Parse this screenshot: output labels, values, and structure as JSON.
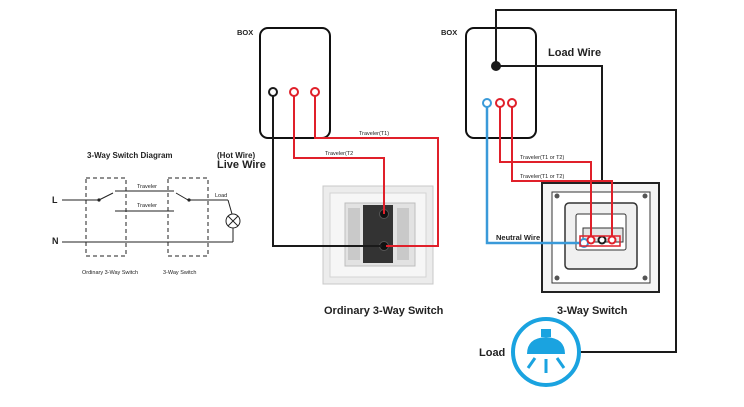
{
  "diagram": {
    "left": {
      "title": "3-Way Switch Diagram",
      "line_label": "L",
      "neutral_label": "N",
      "traveler_top": "Traveler",
      "traveler_bottom": "Traveler",
      "load_label": "Load",
      "switch1_caption": "Ordinary 3-Way Switch",
      "switch2_caption": "3-Way Switch"
    },
    "middle": {
      "box_label": "BOX",
      "hot_wire_label": "(Hot Wire)",
      "live_wire_label": "Live  Wire",
      "traveler_t1": "Traveler(T1)",
      "traveler_t2": "Traveler(T2",
      "caption": "Ordinary 3-Way Switch"
    },
    "right": {
      "box_label": "BOX",
      "load_wire_label": "Load Wire",
      "traveler_a": "Traveler(T1 or T2)",
      "traveler_b": "Traveler(T1 or T2)",
      "neutral_label": "Neutral Wire",
      "caption": "3-Way Switch",
      "load_label": "Load"
    },
    "colors": {
      "black_wire": "#1a1a1a",
      "red_wire": "#e0202a",
      "blue_wire": "#3a9ad9",
      "load_icon": "#1aa3e0"
    }
  }
}
